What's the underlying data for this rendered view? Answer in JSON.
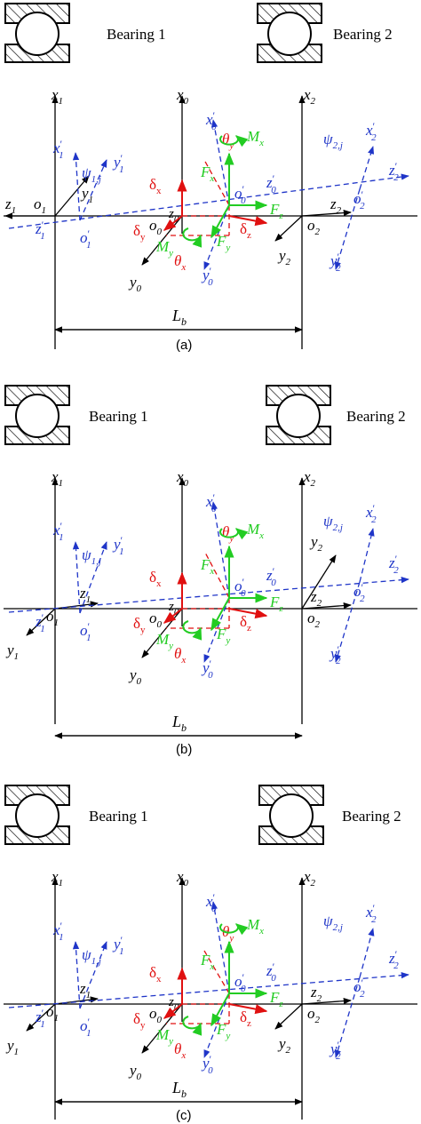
{
  "panels": [
    {
      "caption": "(a)",
      "bearing_labels": [
        "Bearing 1",
        "Bearing 2"
      ],
      "dimension_label": "L",
      "dimension_sub": "b"
    },
    {
      "caption": "(b)",
      "bearing_labels": [
        "Bearing 1",
        "Bearing 2"
      ],
      "dimension_label": "L",
      "dimension_sub": "b"
    },
    {
      "caption": "(c)",
      "bearing_labels": [
        "Bearing 1",
        "Bearing 2"
      ],
      "dimension_label": "L",
      "dimension_sub": "b"
    }
  ],
  "symbols": {
    "x": "x",
    "y": "y",
    "z": "z",
    "o": "o",
    "prime": "′",
    "psi": "ψ",
    "theta": "θ",
    "delta": "δ",
    "F": "F",
    "M": "M",
    "sub_0": "0",
    "sub_1": "1",
    "sub_2": "2",
    "sub_x": "x",
    "sub_y": "y",
    "sub_z": "z",
    "sub_1j": "1,j",
    "sub_2j": "2,j"
  },
  "colors": {
    "axes": "#000000",
    "rotated_frames": "#1f35c8",
    "displacements": "#e01010",
    "loads": "#22cc22"
  },
  "icons": [
    "ball-bearing-icon"
  ]
}
